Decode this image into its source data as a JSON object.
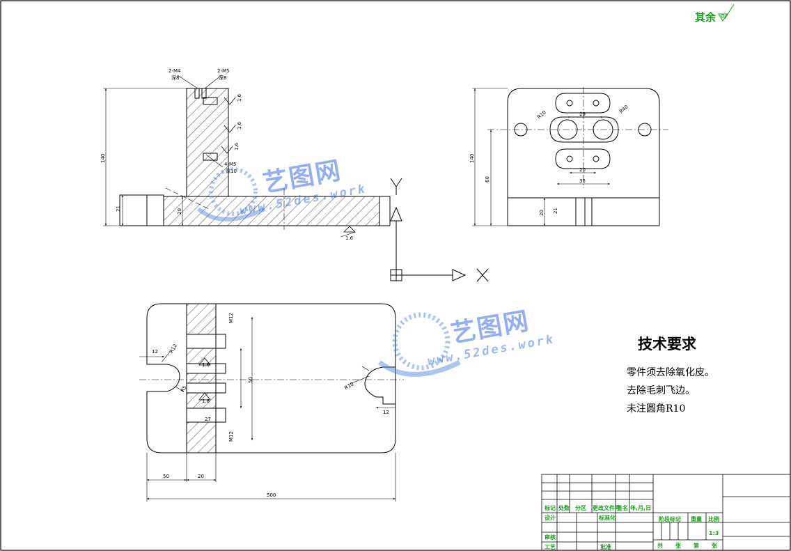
{
  "surface_roughness_note": "其余",
  "tech_requirements": {
    "title": "技术要求",
    "lines": [
      "零件须去除氧化皮。",
      "去除毛刺飞边。",
      "未注圆角R10"
    ]
  },
  "watermark": {
    "brand": "艺图网",
    "url": "www.52des.work"
  },
  "front_view": {
    "holes": [
      "2-M4",
      "深8",
      "2-M5",
      "深8",
      "4-M5",
      "深10"
    ],
    "dims": [
      "140",
      "21",
      "20"
    ],
    "roughness": [
      "1.6",
      "1.6",
      "1.6",
      "1.6"
    ]
  },
  "side_view": {
    "dims": [
      "140",
      "60",
      "20",
      "21",
      "20",
      "35",
      "29"
    ],
    "labels": [
      "R10",
      "R40"
    ]
  },
  "axes": {
    "x": "X",
    "y": "Y"
  },
  "top_view": {
    "dims": [
      "12",
      "R12",
      "R5",
      "R10",
      "12",
      "50",
      "20",
      "500",
      "M12",
      "M12",
      "27"
    ],
    "roughness": [
      "1.6",
      "1.6"
    ]
  },
  "title_block": {
    "row_labels": [
      "标记",
      "处数",
      "分区",
      "更改文件号",
      "签名",
      "年,月,日"
    ],
    "design": "设计",
    "standardize": "标准化",
    "stage_mark": "阶段标记",
    "weight": "重量",
    "scale": "比例",
    "scale_value": "1:3",
    "review": "审核",
    "process": "工艺",
    "approve": "批准",
    "sheets": [
      "共",
      "张",
      "第",
      "张"
    ]
  }
}
